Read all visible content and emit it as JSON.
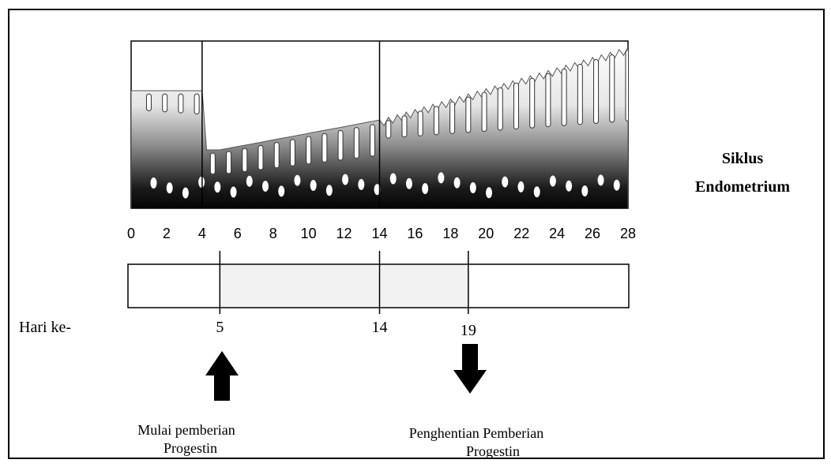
{
  "title_line1": "Siklus",
  "title_line2": "Endometrium",
  "axis": {
    "min": 0,
    "max": 28,
    "step": 2
  },
  "day_row_label": "Hari ke-",
  "markers": [
    {
      "day": 5,
      "label": "5"
    },
    {
      "day": 14,
      "label": "14"
    },
    {
      "day": 19,
      "label": "19"
    }
  ],
  "start_note": {
    "line1": "Mulai pemberian",
    "line2": "Progestin",
    "arrow": "up-arrow-icon"
  },
  "stop_note": {
    "line1": "Penghentian Pemberian",
    "line2": "Progestin",
    "arrow": "down-arrow-icon"
  },
  "endometrium_vertical_lines": [
    4,
    14
  ]
}
